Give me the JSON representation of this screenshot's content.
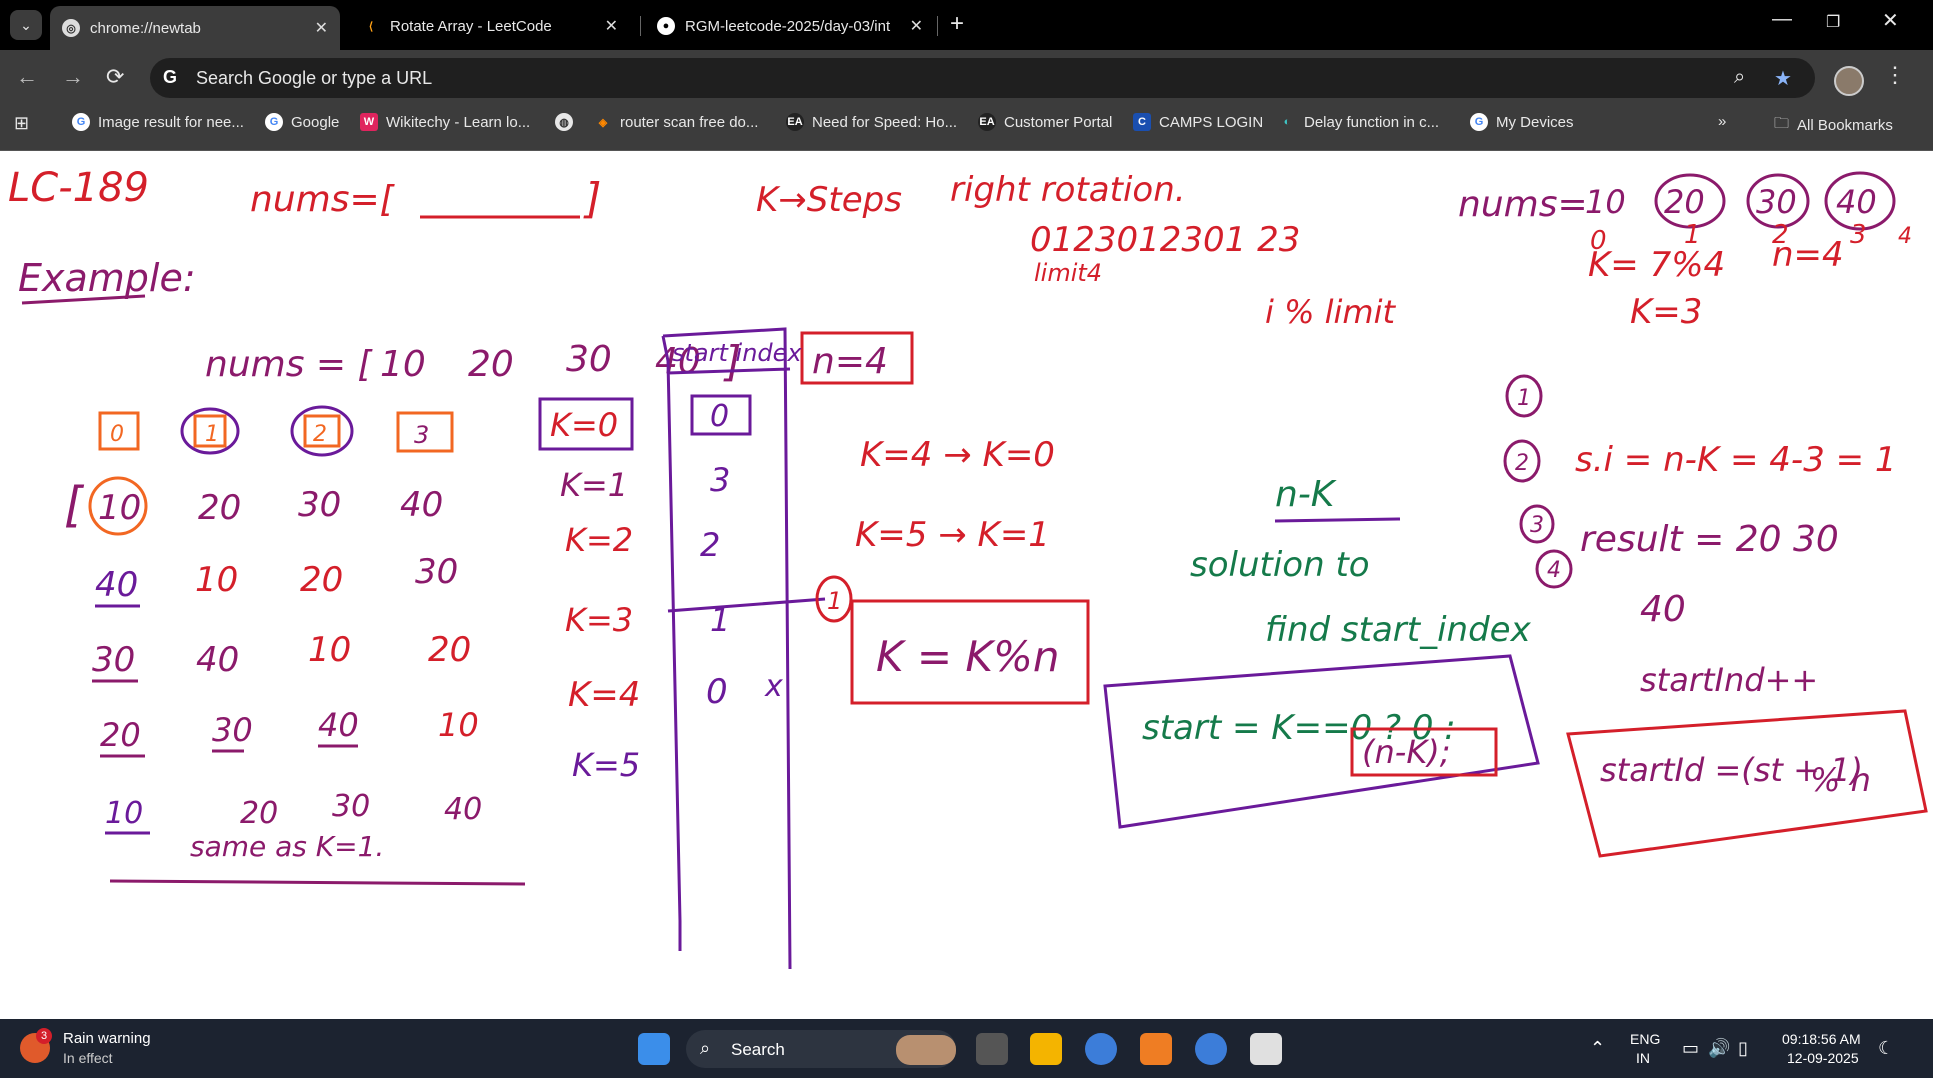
{
  "tabs": [
    {
      "title": "chrome://newtab",
      "active": true
    },
    {
      "title": "Rotate Array - LeetCode",
      "active": false
    },
    {
      "title": "RGM-leetcode-2025/day-03/int",
      "active": false
    }
  ],
  "address_bar": {
    "placeholder": "Search Google or type a URL"
  },
  "bookmarks": [
    "Image result for nee...",
    "Google",
    "Wikitechy - Learn lo...",
    "router scan free do...",
    "Need for Speed: Ho...",
    "Customer Portal",
    "CAMPS LOGIN",
    "Delay function in c...",
    "My Devices"
  ],
  "all_bookmarks_label": "All Bookmarks",
  "whiteboard": {
    "title": "LC-189",
    "nums_blank": "nums=[",
    "k_steps": "K→Steps",
    "right_rotation": "right rotation.",
    "nums_top_right": "nums=",
    "top_right_vals": [
      "10",
      "20",
      "30",
      "40"
    ],
    "top_right_idx": [
      "0",
      "1",
      "2",
      "3",
      "4"
    ],
    "example": "Example:",
    "nums_example": "nums = [",
    "example_vals": [
      "10",
      "20",
      "30",
      "40"
    ],
    "n_eq_4": "n=4",
    "sequence": "0123012301 23",
    "limit4": "limit4",
    "i_mod_limit": "i % limit",
    "k_mod_line": "K= 7%4",
    "n4": "n=4",
    "k3": "K=3",
    "indices": [
      "0",
      "1",
      "2",
      "3"
    ],
    "rotation_rows": [
      [
        "10",
        "20",
        "30",
        "40"
      ],
      [
        "40",
        "10",
        "20",
        "30"
      ],
      [
        "30",
        "40",
        "10",
        "20"
      ],
      [
        "20",
        "30",
        "40",
        "10"
      ],
      [
        "10",
        "20",
        "30",
        "40"
      ]
    ],
    "same_as": "same as K=1.",
    "start_index_header": "start index",
    "k_labels": [
      "K=0",
      "K=1",
      "K=2",
      "K=3",
      "K=4",
      "K=5"
    ],
    "start_vals": [
      "0",
      "3",
      "2",
      "1",
      "0",
      "x"
    ],
    "k4_k0": "K=4 → K=0",
    "k5_k1": "K=5 → K=1",
    "k_eq_kmodn": "K = K%n",
    "n_minus_k": "n-K",
    "solution": "solution to",
    "find_start": "find start_index",
    "start_formula": "start = K==0 ? 0 :",
    "start_formula2": "(n-K);",
    "si_formula": "s.i = n-K = 4-3 = 1",
    "steps_circles": [
      "1",
      "2",
      "3",
      "4"
    ],
    "result": "result = 20 30",
    "result2": "40",
    "start_inc": "startInd++",
    "start_mod": "startId =(st + 1)",
    "start_mod2": "% n",
    "circled_1": "1"
  },
  "taskbar": {
    "weather_title": "Rain warning",
    "weather_sub": "In effect",
    "weather_badge": "3",
    "search": "Search",
    "lang1": "ENG",
    "lang2": "IN",
    "time": "09:18:56 AM",
    "date": "12-09-2025"
  }
}
